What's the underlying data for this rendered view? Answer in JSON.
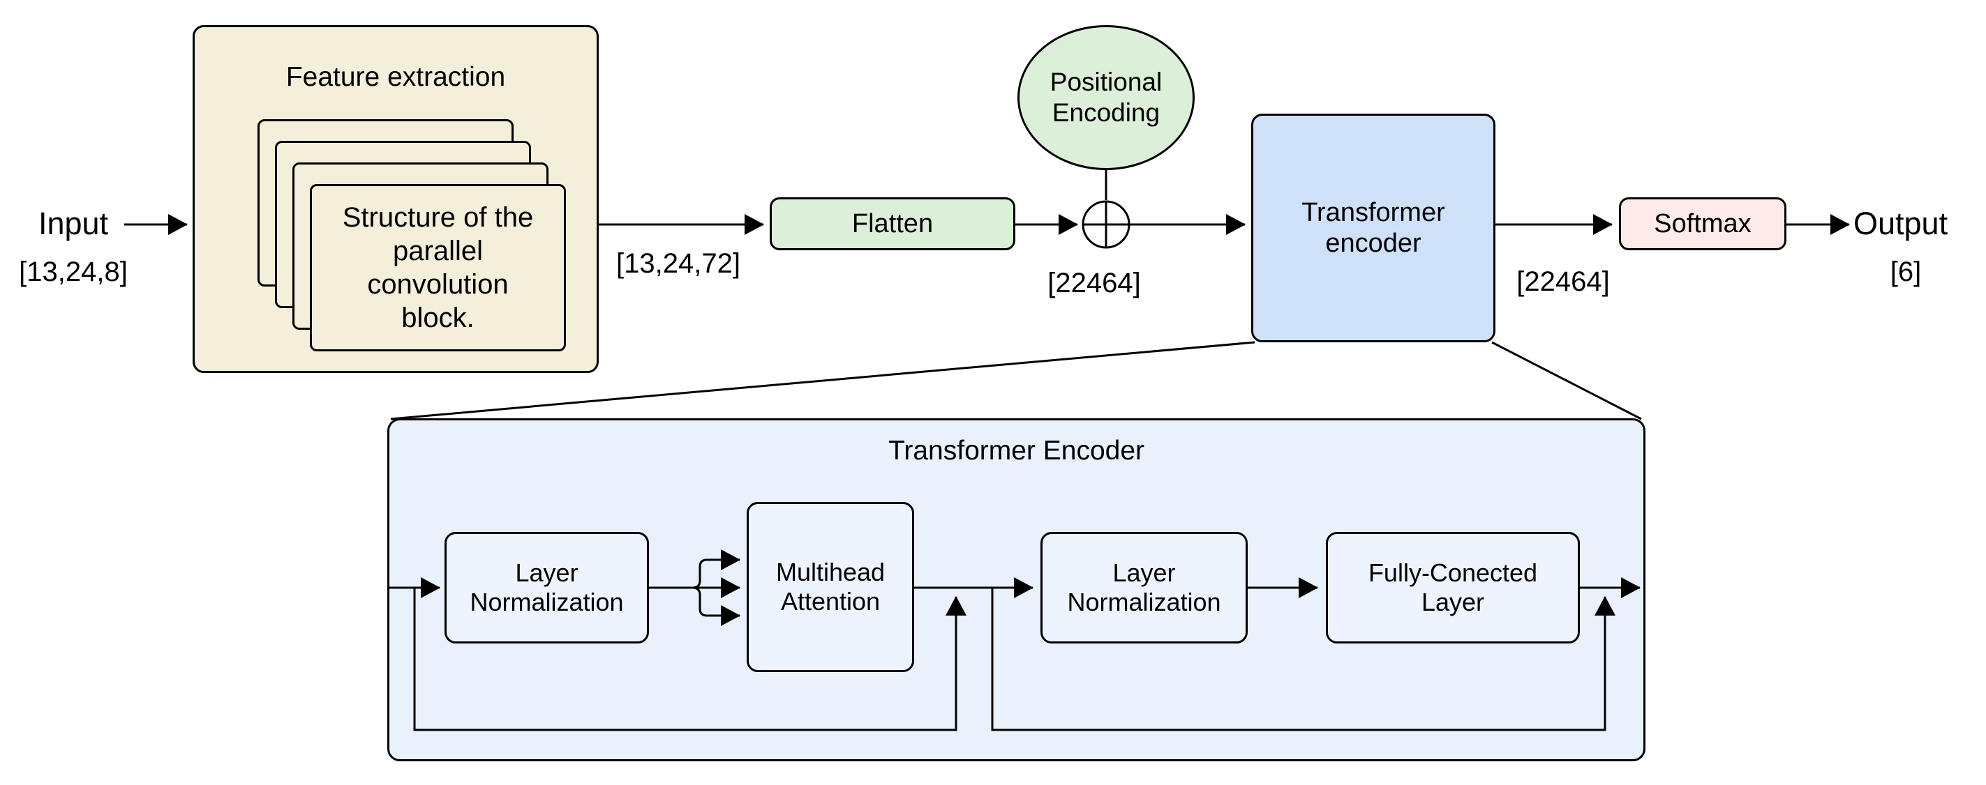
{
  "colors": {
    "bg": "#ffffff",
    "line": "#000000",
    "beige": "#f4efda",
    "green": "#dcefd8",
    "blue": "#cfe1f8",
    "pink": "#fcebe8",
    "panel": "#e9f1fc",
    "inner": "#edf4fd"
  },
  "flow": {
    "input_label": "Input",
    "input_dims": "[13,24,8]",
    "feature_extraction_title": "Feature extraction",
    "conv_block_text": "Structure of the parallel convolution block.",
    "feature_out_dims": "[13,24,72]",
    "flatten_label": "Flatten",
    "positional_encoding_label": "Positional Encoding",
    "sum_icon": "circle-plus",
    "sum_out_dims": "[22464]",
    "transformer_encoder_label": "Transformer encoder",
    "encoder_out_dims": "[22464]",
    "softmax_label": "Softmax",
    "output_label": "Output",
    "output_dims": "[6]"
  },
  "encoder_detail": {
    "title": "Transformer Encoder",
    "layer_norm_1": "Layer Normalization",
    "multihead_attention": "Multihead Attention",
    "layer_norm_2": "Layer Normalization",
    "fully_connected": "Fully-Conected Layer"
  }
}
